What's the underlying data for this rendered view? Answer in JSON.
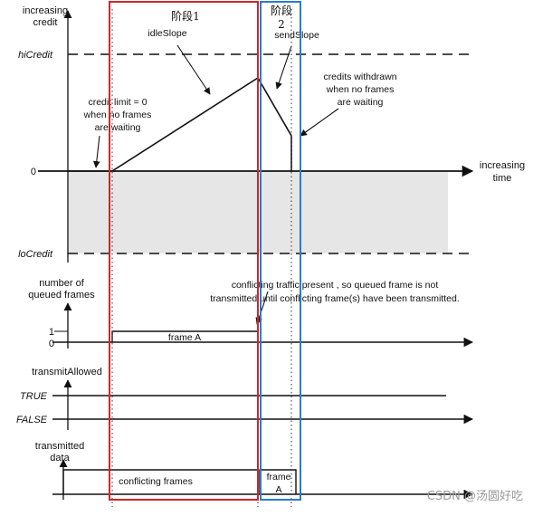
{
  "credit_axis": {
    "label_line1": "increasing",
    "label_line2": "credit",
    "hicredit_label": "hiCredit",
    "zero_label": "0",
    "locredit_label": "loCredit"
  },
  "time_axis": {
    "label_line1": "increasing",
    "label_line2": "time"
  },
  "phases": {
    "phase1_label": "阶段1",
    "phase1_color": "#d0252d",
    "phase2_label_line1": "阶段",
    "phase2_label_line2": "2",
    "phase2_color": "#2a7cc7"
  },
  "annotations": {
    "idle_slope": "idleSlope",
    "send_slope": "sendSlope",
    "credit_limit_line1": "credit limit = 0",
    "credit_limit_line2": "when no frames",
    "credit_limit_line3": "are waiting",
    "withdrawn_line1": "credits withdrawn",
    "withdrawn_line2": "when no frames",
    "withdrawn_line3": "are waiting",
    "conflicting_line1": "conflicting traffic present , so queued frame is not",
    "conflicting_line2": "transmitted until conflicting frame(s) have been transmitted."
  },
  "queue_axis": {
    "label_line1": "number of",
    "label_line2": "queued frames",
    "one_label": "1",
    "zero_label": "0",
    "frame_label": "frame A"
  },
  "transmit_allowed": {
    "label": "transmitAllowed",
    "true_label": "TRUE",
    "false_label": "FALSE"
  },
  "transmitted_data": {
    "label_line1": "transmitted",
    "label_line2": "data",
    "conflicting_frames_label": "conflicting frames",
    "frame_label_line1": "frame",
    "frame_label_line2": "A"
  },
  "watermark": "CSDN @汤圆好吃"
}
